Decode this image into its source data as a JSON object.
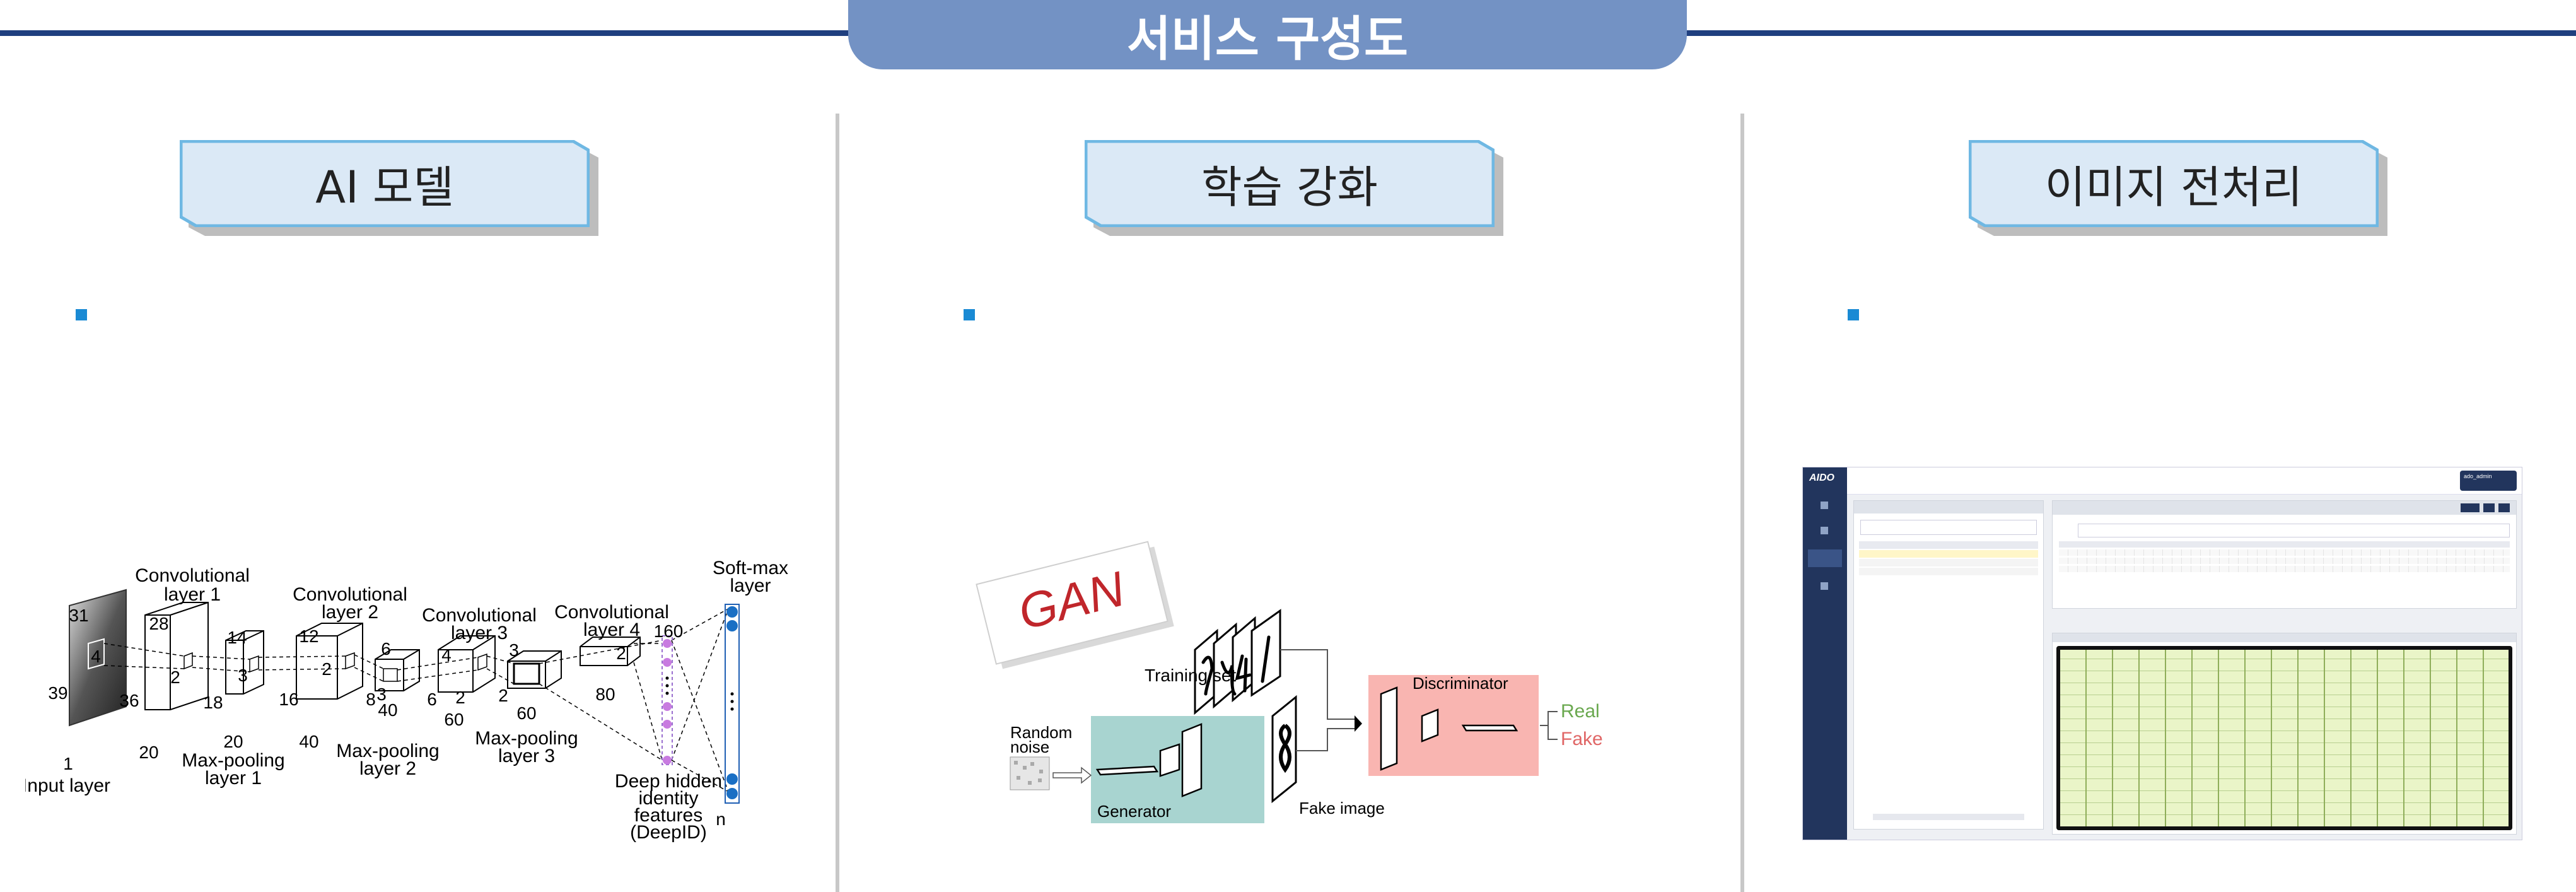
{
  "page_title": "서비스 구성도",
  "columns": [
    {
      "heading": "AI 모델"
    },
    {
      "heading": "학습 강화"
    },
    {
      "heading": "이미지 전처리"
    }
  ],
  "cnn": {
    "input_layer": "Input layer",
    "conv1": [
      "Convolutional",
      "layer 1"
    ],
    "conv2": [
      "Convolutional",
      "layer 2"
    ],
    "conv3": [
      "Convolutional",
      "layer 3"
    ],
    "conv4": [
      "Convolutional",
      "layer 4"
    ],
    "pool1": [
      "Max-pooling",
      "layer 1"
    ],
    "pool2": [
      "Max-pooling",
      "layer 2"
    ],
    "pool3": [
      "Max-pooling",
      "layer 3"
    ],
    "softmax": [
      "Soft-max",
      "layer"
    ],
    "deepid": [
      "Deep hidden",
      "identity",
      "features",
      "(DeepID)"
    ],
    "dims": {
      "in_h": "31",
      "in_w": "39",
      "in_d": "1",
      "k4": "4",
      "c1_h": "28",
      "c1_w": "36",
      "c1_d": "20",
      "k2a": "2",
      "p1_h": "14",
      "p1_w": "18",
      "p1_d": "20",
      "k3a": "3",
      "c2_h": "12",
      "c2_w": "16",
      "c2_d": "40",
      "k2b": "2",
      "p2_h": "6",
      "p2_w": "8",
      "p2_d": "40",
      "k3b": "3",
      "c3_h": "4",
      "c3_w": "6",
      "c3_d": "60",
      "k2c": "2",
      "p3_h": "3",
      "p3_w": "2",
      "p3_d": "60",
      "c4_w": "2",
      "c4_d": "80",
      "deepid_n": "160",
      "softmax_n": "n"
    }
  },
  "gan": {
    "logo": "GAN",
    "training_set": "Training set",
    "random_noise": [
      "Random",
      "noise"
    ],
    "generator": "Generator",
    "fake_image": "Fake image",
    "discriminator": "Discriminator",
    "real": "Real",
    "fake": "Fake",
    "colors": {
      "generator": "#a8d4d0",
      "discriminator": "#f9b5b1",
      "real": "#6aa84f",
      "fake": "#e06666"
    }
  },
  "app": {
    "logo": "AIDO",
    "user_chip": "ado_admin"
  },
  "colors": {
    "title_pill": "#7392c4",
    "header_line": "#1f3f7f",
    "bullet": "#1a8ad4",
    "head_bg": "#dbe9f6",
    "head_border": "#6fb8e3"
  }
}
